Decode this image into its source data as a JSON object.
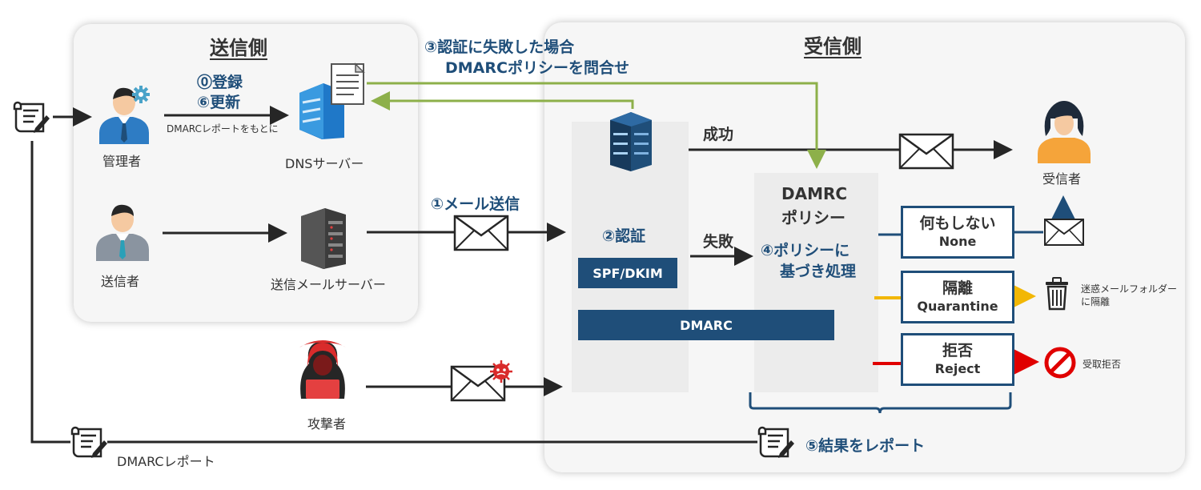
{
  "sender": {
    "title": "送信側",
    "admin_label": "管理者",
    "register_label": "⓪登録",
    "update_label": "⑥更新",
    "report_based_label": "DMARCレポートをもとに",
    "dns_label": "DNSサーバー",
    "sender_label": "送信者",
    "mail_server_label": "送信メールサーバー"
  },
  "receiver": {
    "title": "受信側",
    "success_label": "成功",
    "fail_label": "失敗",
    "recipient_label": "受信者",
    "auth_label": "②認証",
    "spf_dkim_label": "SPF/DKIM",
    "dmarc_label": "DMARC",
    "policy_title_line1": "DAMRC",
    "policy_title_line2": "ポリシー",
    "policy_process_line1": "④ポリシーに",
    "policy_process_line2": "基づき処理"
  },
  "steps": {
    "query_line1": "③認証に失敗した場合",
    "query_line2": "DMARCポリシーを問合せ",
    "send_label": "①メール送信",
    "report_label": "⑤結果をレポート"
  },
  "policies": [
    {
      "name": "何もしない",
      "en": "None",
      "result": ""
    },
    {
      "name": "隔離",
      "en": "Quarantine",
      "result_line1": "迷惑メールフォルダー",
      "result_line2": "に隔離"
    },
    {
      "name": "拒否",
      "en": "Reject",
      "result": "受取拒否"
    }
  ],
  "attacker": {
    "label": "攻撃者"
  },
  "report": {
    "label": "DMARCレポート"
  },
  "colors": {
    "navy": "#1f4e79",
    "green": "#8db04a",
    "dark_line": "#262626",
    "quarantine": "#f2b705",
    "reject": "#e00000",
    "attacker_red": "#d92b2b"
  }
}
